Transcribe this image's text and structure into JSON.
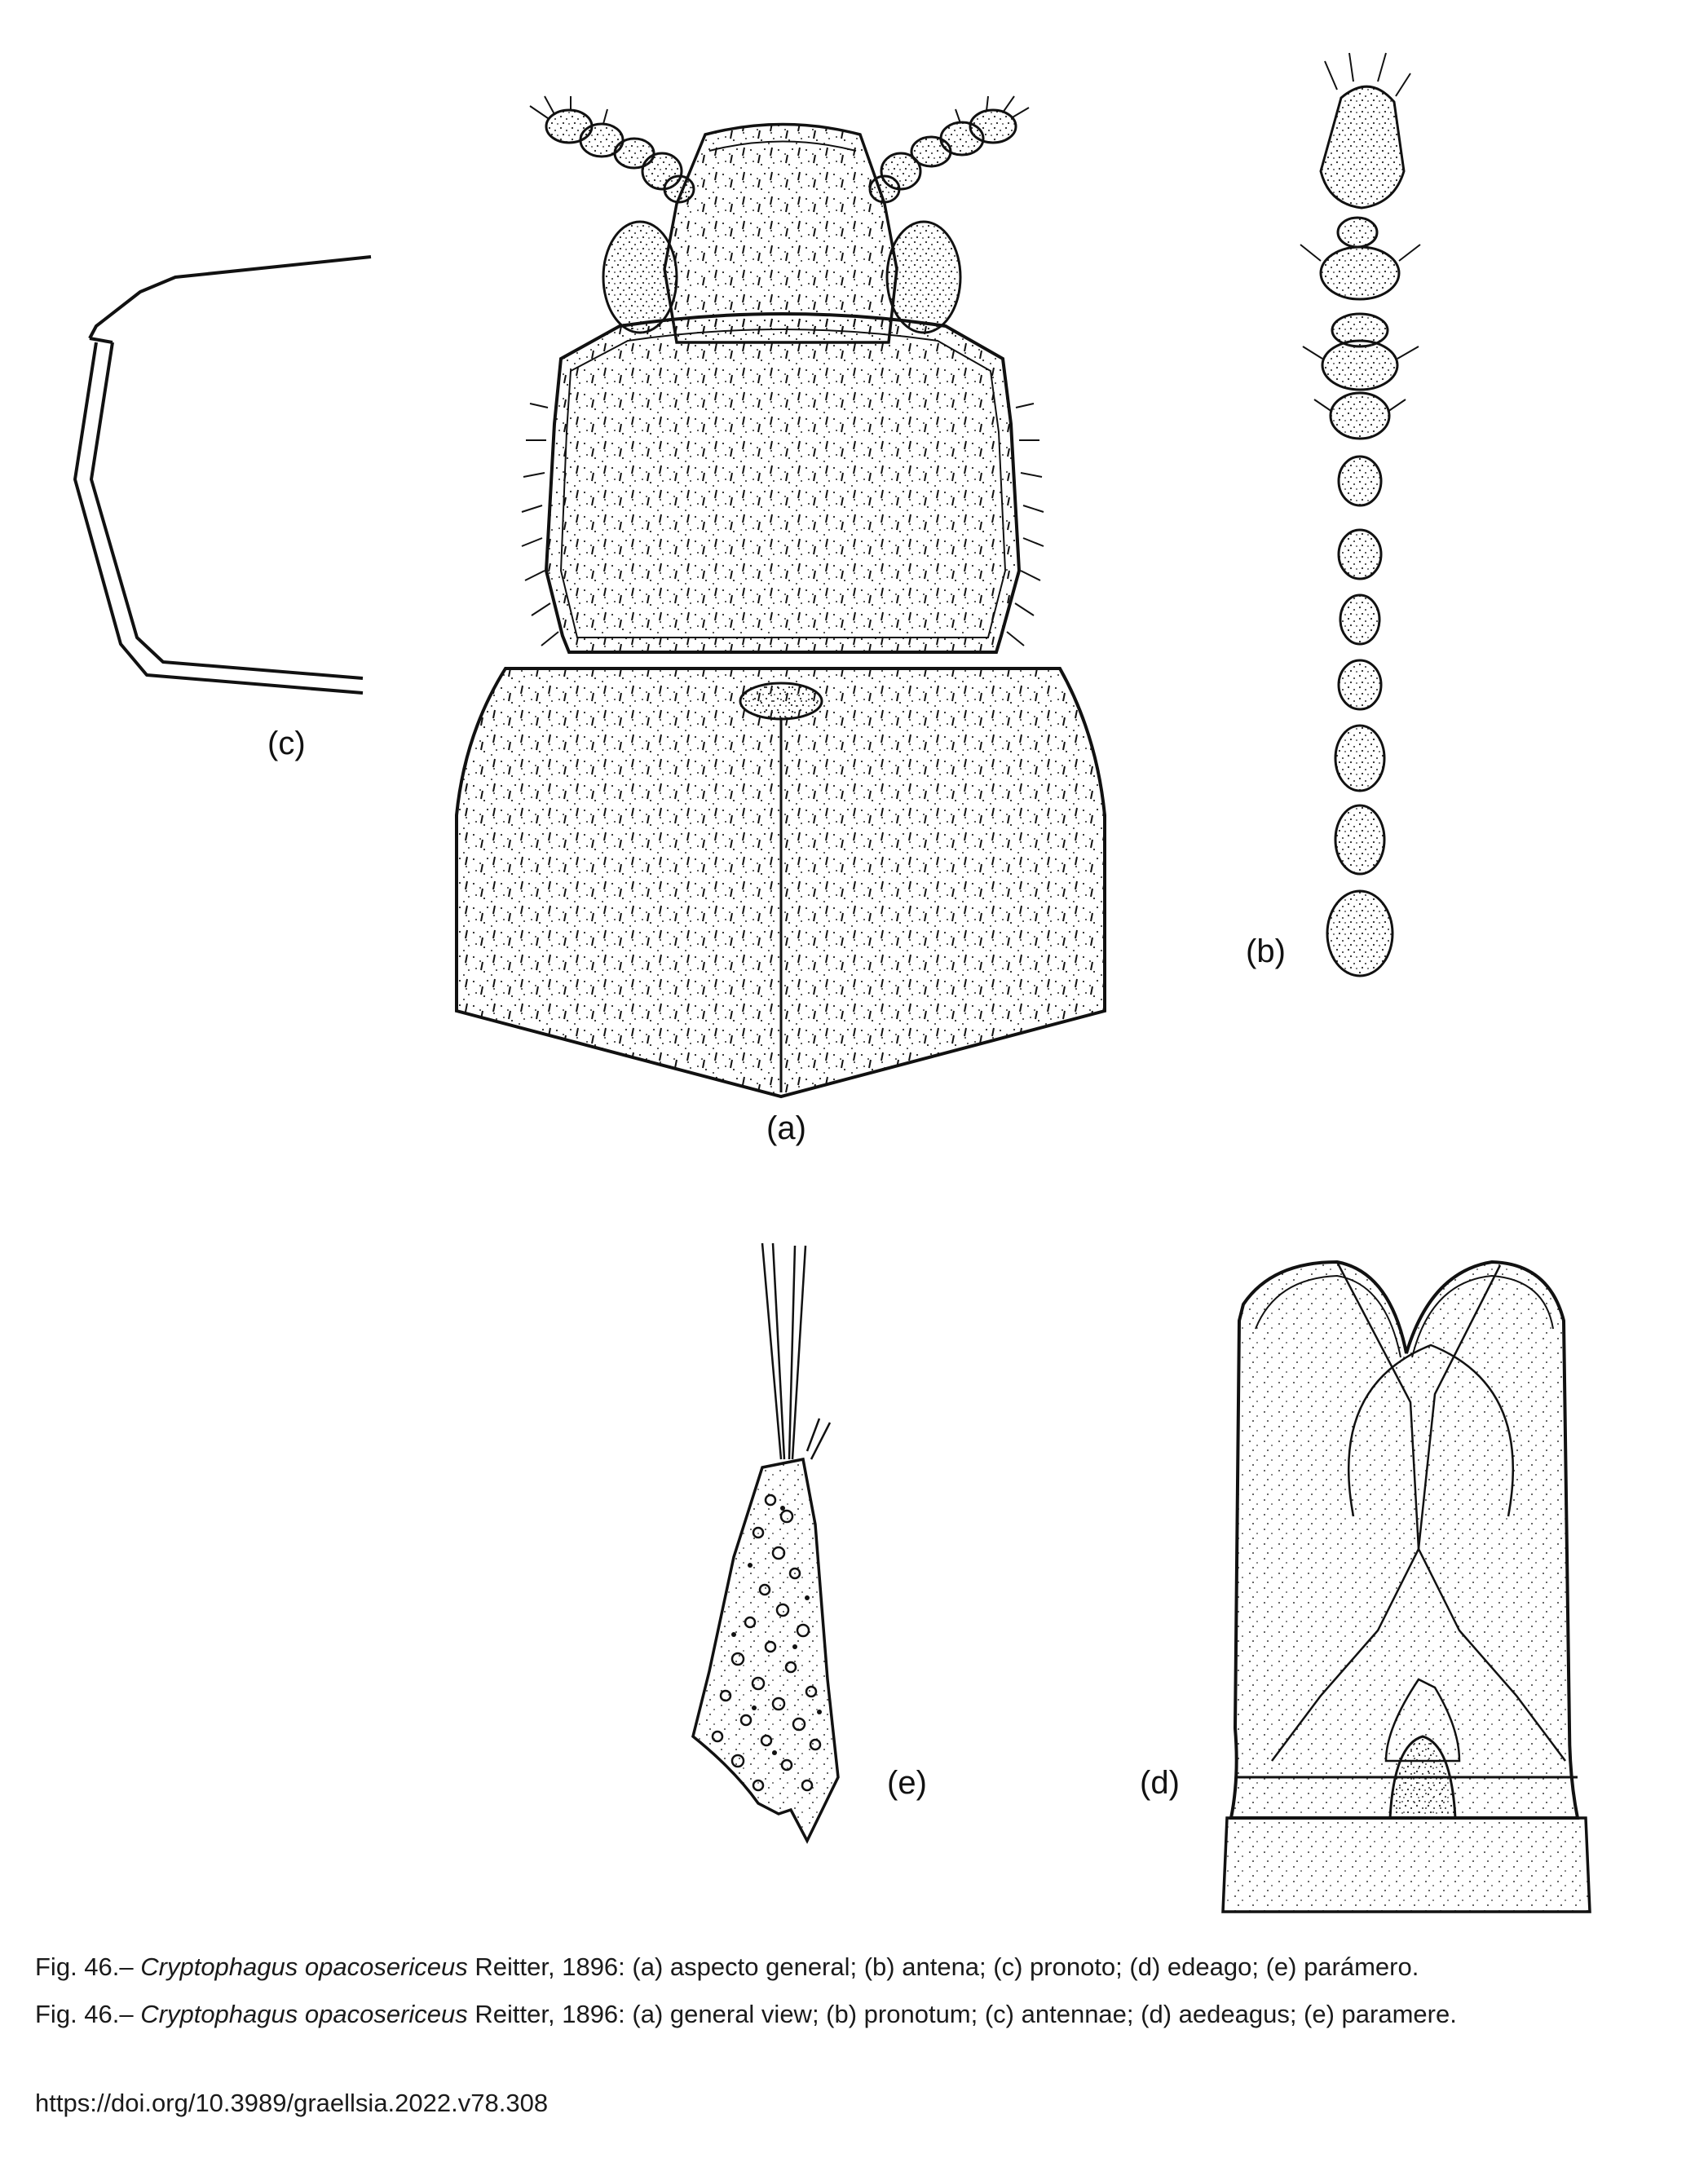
{
  "figure": {
    "panels": [
      {
        "id": "a",
        "label": "(a)"
      },
      {
        "id": "b",
        "label": "(b)"
      },
      {
        "id": "c",
        "label": "(c)"
      },
      {
        "id": "d",
        "label": "(d)"
      },
      {
        "id": "e",
        "label": "(e)"
      }
    ]
  },
  "caption_es": {
    "prefix": "Fig. 46.– ",
    "species": "Cryptophagus opacosericeus",
    "rest": " Reitter, 1896: (a) aspecto general; (b) antena; (c) pronoto; (d) edeago; (e) parámero."
  },
  "caption_en": {
    "prefix": "Fig. 46.– ",
    "species": "Cryptophagus opacosericeus",
    "rest": " Reitter, 1896: (a) general view; (b) pronotum; (c) antennae; (d) aedeagus; (e) paramere."
  },
  "doi": "https://doi.org/10.3989/graellsia.2022.v78.308"
}
